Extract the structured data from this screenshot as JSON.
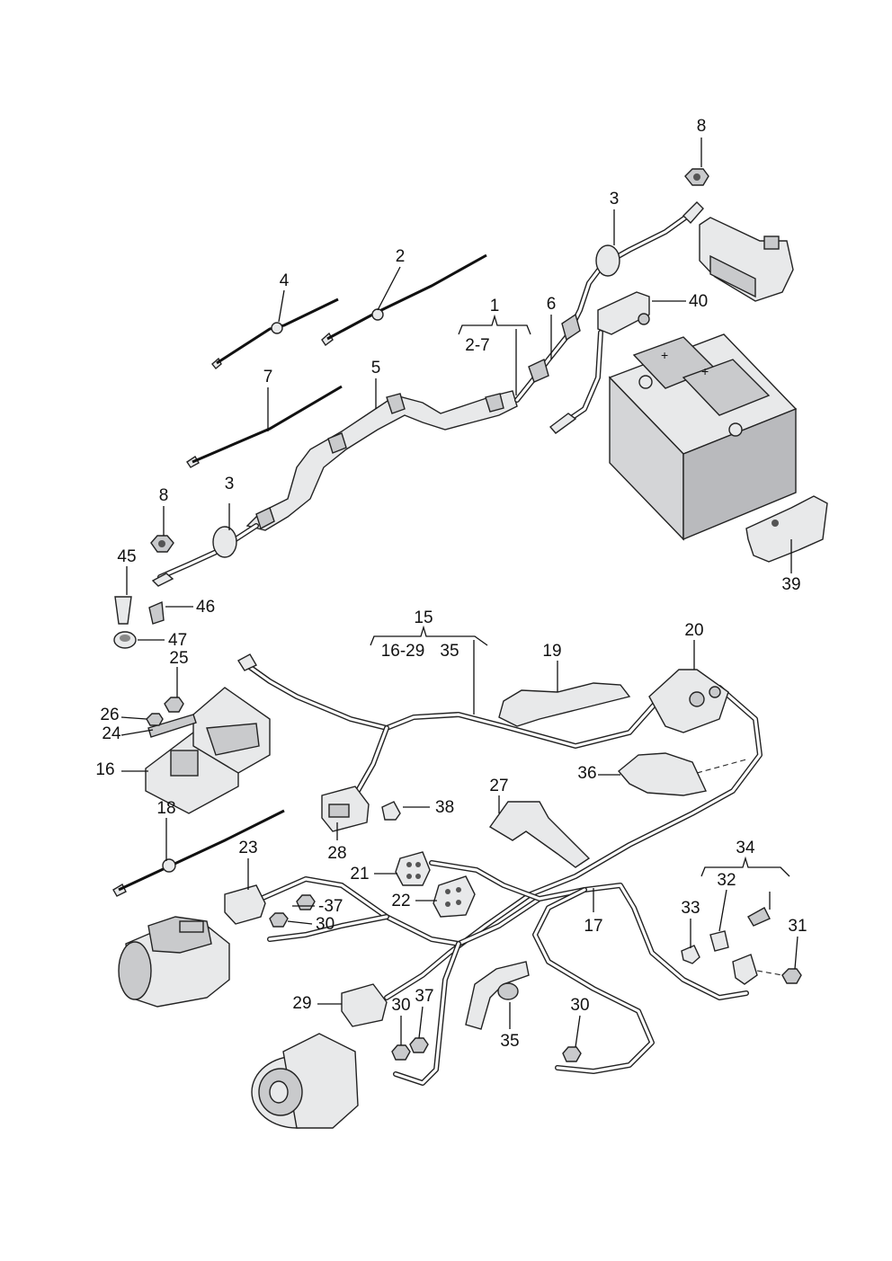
{
  "callouts": {
    "c1": "1",
    "c2_7": "2-7",
    "c2": "2",
    "c3a": "3",
    "c3b": "3",
    "c4": "4",
    "c5": "5",
    "c6": "6",
    "c7": "7",
    "c8a": "8",
    "c8b": "8",
    "c15": "15",
    "c16_29": "16-29",
    "c35a": "35",
    "c16": "16",
    "c17": "17",
    "c18": "18",
    "c19": "19",
    "c20": "20",
    "c21": "21",
    "c22": "22",
    "c23": "23",
    "c24": "24",
    "c25": "25",
    "c26": "26",
    "c27": "27",
    "c28": "28",
    "c29": "29",
    "c30a": "30",
    "c30b": "30",
    "c30c": "30",
    "c31": "31",
    "c32": "32",
    "c33": "33",
    "c34": "34",
    "c35b": "35",
    "c36": "36",
    "c37a": "-37",
    "c37b": "37",
    "c38": "38",
    "c39": "39",
    "c40": "40",
    "c45": "45",
    "c46": "46",
    "c47": "47"
  }
}
